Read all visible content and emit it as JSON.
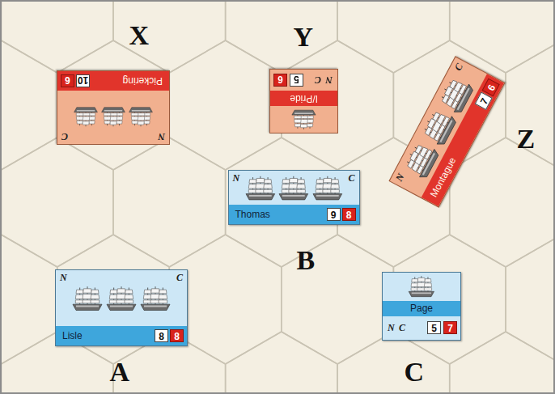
{
  "diagram": {
    "nodes": [
      {
        "text": [
          "N",
          "C",
          "Pickering",
          "10",
          "6"
        ]
      },
      {
        "text": [
          "I/Pride",
          "N",
          "C",
          "5",
          "6"
        ]
      },
      {
        "text": [
          "N",
          "C",
          "Montague",
          "7",
          "6"
        ]
      },
      {
        "text": [
          "N",
          "C",
          "Thomas",
          "9",
          "8"
        ]
      },
      {
        "text": [
          "N",
          "C",
          "Lisle",
          "8",
          "8"
        ]
      },
      {
        "text": [
          "Page",
          "N",
          "C",
          "5",
          "7"
        ]
      }
    ],
    "labels": [
      "X",
      "Y",
      "Z",
      "B",
      "A",
      "C"
    ]
  }
}
